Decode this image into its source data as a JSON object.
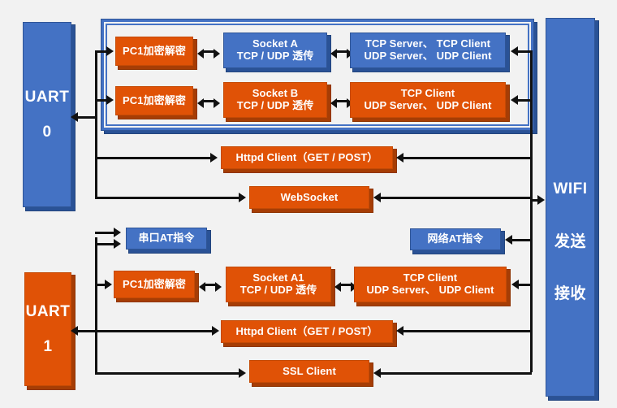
{
  "diagram": {
    "title": "UART / WIFI data path architecture",
    "colors": {
      "background": "#f2f2f2",
      "orange": "#e05206",
      "orange_shadow": "#a63d05",
      "blue": "#4472c4",
      "blue_shadow": "#2a5296",
      "line": "#111111",
      "text": "#ffffff"
    }
  },
  "rails": {
    "uart0": {
      "line1": "UART",
      "line2": "0",
      "color": "blue"
    },
    "uart1": {
      "line1": "UART",
      "line2": "1",
      "color": "orange"
    },
    "wifi": {
      "line1": "WIFI",
      "line2": "发送",
      "line3": "接收",
      "color": "blue"
    }
  },
  "uart0_group": {
    "rows": [
      {
        "crypto": {
          "label": "PC1加密解密",
          "color": "orange"
        },
        "socket": {
          "label": "Socket A\nTCP / UDP 透传",
          "color": "blue"
        },
        "network": {
          "label": "TCP Server、 TCP Client\nUDP Server、 UDP Client",
          "color": "blue"
        }
      },
      {
        "crypto": {
          "label": "PC1加密解密",
          "color": "orange"
        },
        "socket": {
          "label": "Socket B\nTCP / UDP 透传",
          "color": "orange"
        },
        "network": {
          "label": "TCP Client\nUDP Server、 UDP Client",
          "color": "orange"
        }
      }
    ]
  },
  "uart0_services": [
    {
      "label": "Httpd Client（GET / POST）",
      "color": "orange"
    },
    {
      "label": "WebSocket",
      "color": "orange"
    }
  ],
  "at_commands": {
    "serial": {
      "label": "串口AT指令",
      "color": "blue"
    },
    "network": {
      "label": "网络AT指令",
      "color": "blue"
    }
  },
  "uart1_group": {
    "crypto": {
      "label": "PC1加密解密",
      "color": "orange"
    },
    "socket": {
      "label": "Socket A1\nTCP / UDP 透传",
      "color": "orange"
    },
    "network": {
      "label": "TCP Client\nUDP Server、 UDP Client",
      "color": "orange"
    }
  },
  "uart1_services": [
    {
      "label": "Httpd Client（GET / POST）",
      "color": "orange"
    },
    {
      "label": "SSL Client",
      "color": "orange"
    }
  ]
}
